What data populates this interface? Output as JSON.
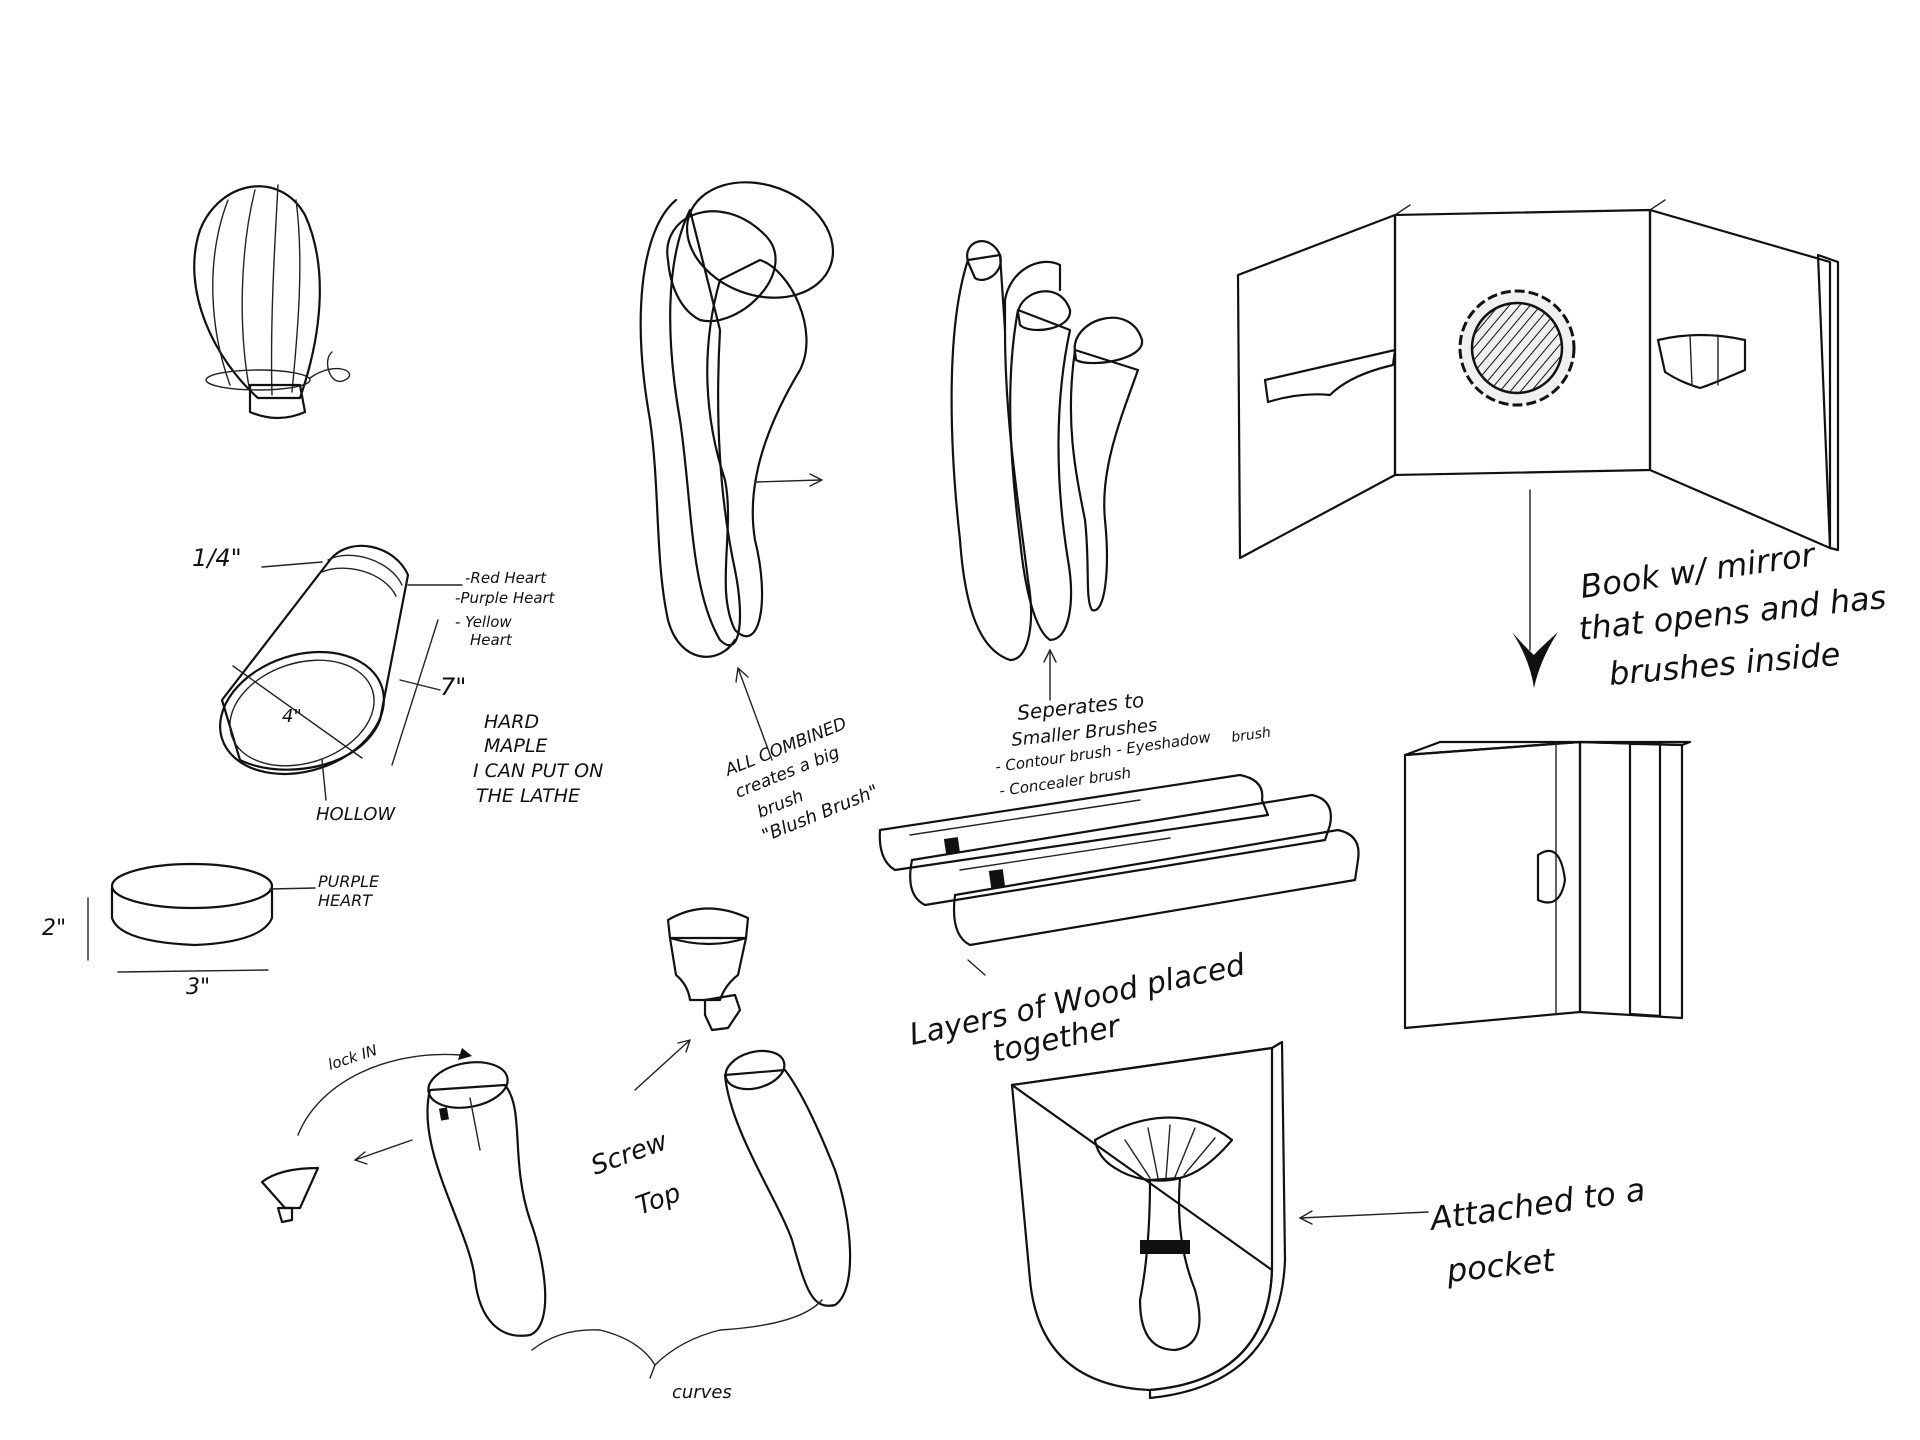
{
  "annotations": {
    "dim_quarter": "1/4\"",
    "wood_red": "-Red Heart",
    "wood_purple": "-Purple Heart",
    "wood_yellow1": "- Yellow",
    "wood_yellow2": "Heart",
    "dim_7": "7\"",
    "dim_4": "4\"",
    "maple1": "HARD",
    "maple2": "MAPLE",
    "maple3": "I CAN PUT ON",
    "maple4": "THE LATHE",
    "hollow": "HOLLOW",
    "cap_purple1": "PURPLE",
    "cap_purple2": "HEART",
    "dim_2": "2\"",
    "dim_3": "3\"",
    "combined1": "ALL COMBINED",
    "combined2": "creates a big",
    "combined3": "brush",
    "combined4": "\"Blush Brush\"",
    "separates1": "Seperates to",
    "separates2": "Smaller Brushes",
    "separates3": "- Contour brush  - Eyeshadow",
    "separates4": "brush",
    "separates5": "- Concealer brush",
    "layers1": "Layers of Wood placed",
    "layers2": "together",
    "book1": "Book w/ mirror",
    "book2": "that opens and has",
    "book3": "brushes inside",
    "lockin": "lock IN",
    "screw1": "Screw",
    "screw2": "Top",
    "curves": "curves",
    "pocket1": "Attached to a",
    "pocket2": "pocket"
  },
  "colors": {
    "ink": "#111111",
    "light_wood": "#e9e6e2",
    "mid_wood": "#a9a9a9",
    "dark_wood": "#4a4a4a",
    "paper": "#ffffff"
  }
}
